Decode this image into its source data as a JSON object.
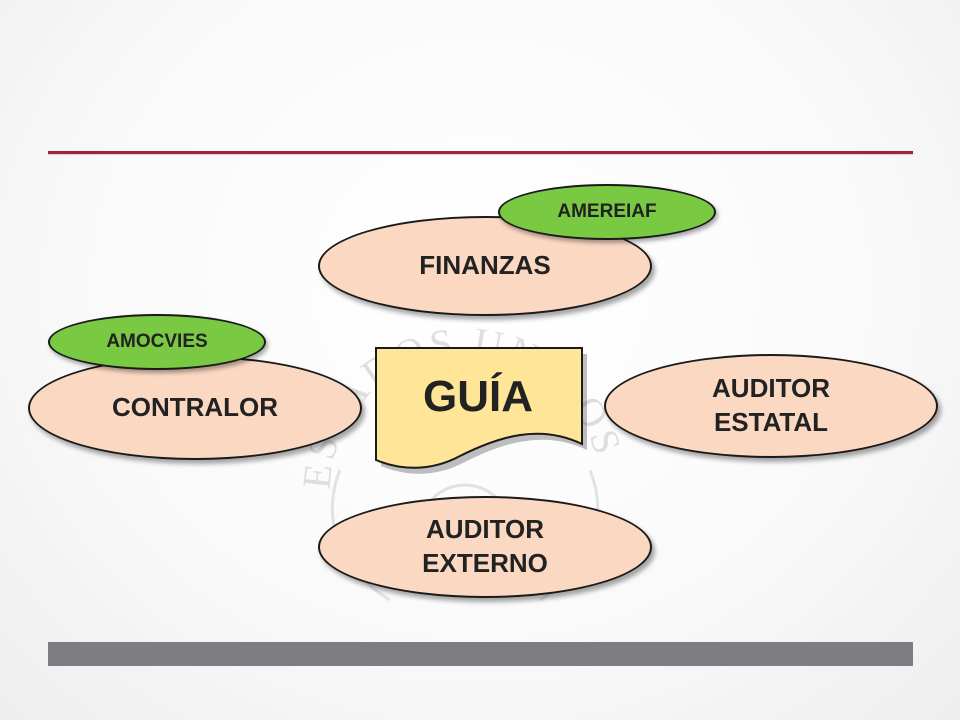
{
  "diagram": {
    "center": {
      "label": "GUÍA"
    },
    "nodes": {
      "finanzas": "FINANZAS",
      "contralor": "CONTRALOR",
      "auditor_estatal": "AUDITOR ESTATAL",
      "auditor_externo": "AUDITOR EXTERNO"
    },
    "tags": {
      "amereiaf": "AMEREIAF",
      "amocvies": "AMOCVIES"
    }
  },
  "colors": {
    "accent_rule": "#a3223b",
    "node_fill": "#fbd8c2",
    "tag_fill": "#79c943",
    "guide_fill": "#ffe597",
    "footer_bar": "#7d7d82"
  },
  "watermark": {
    "text": "ESTADOS UNIDOS MEXICANOS"
  }
}
